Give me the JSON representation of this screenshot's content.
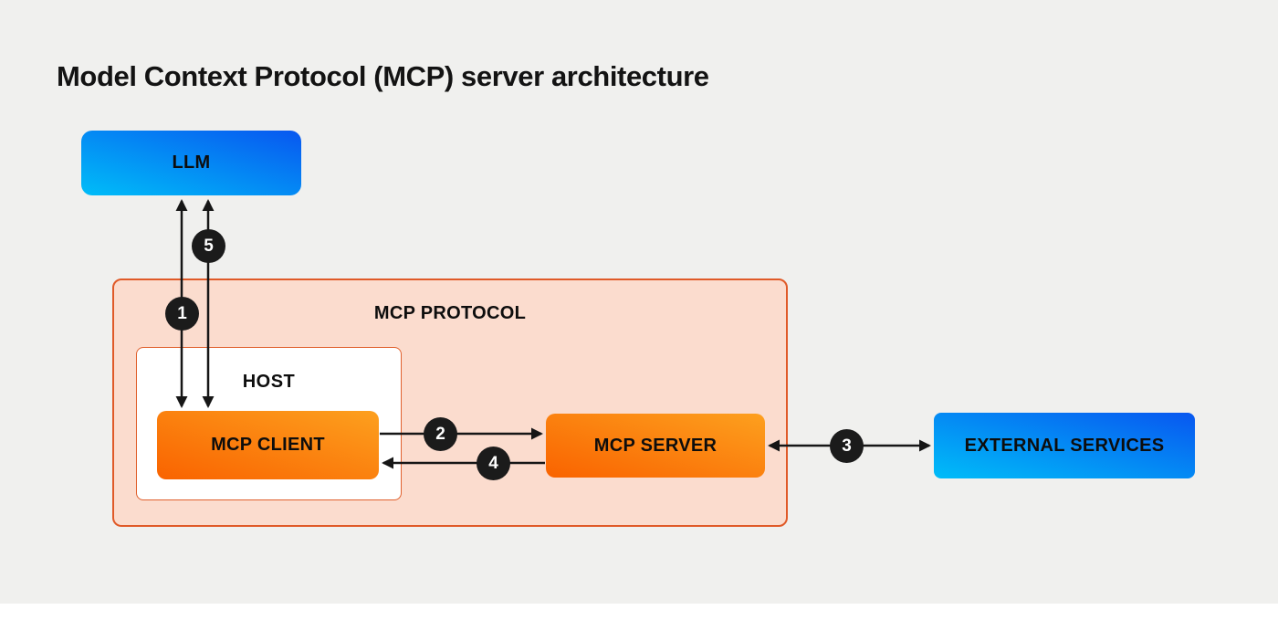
{
  "title": "Model Context Protocol (MCP) server architecture",
  "nodes": {
    "llm": {
      "label": "LLM"
    },
    "mcp_protocol": {
      "label": "MCP PROTOCOL"
    },
    "host": {
      "label": "HOST"
    },
    "mcp_client": {
      "label": "MCP CLIENT"
    },
    "mcp_server": {
      "label": "MCP SERVER"
    },
    "external_services": {
      "label": "EXTERNAL SERVICES"
    }
  },
  "step_badges": [
    "1",
    "2",
    "3",
    "4",
    "5"
  ],
  "colors": {
    "page_bg": "#f0f0ee",
    "footer_bg": "#ffffff",
    "blue_from": "#00bdf8",
    "blue_to": "#0857f0",
    "orange_from": "#f96300",
    "orange_to": "#fda01e",
    "protocol_fill": "#fbdcce",
    "protocol_border": "#e05a28",
    "host_fill": "#ffffff",
    "host_border": "#e0602d",
    "badge_bg": "#1b1b1b",
    "badge_text": "#ffffff",
    "arrow": "#161616",
    "text": "#131313"
  }
}
